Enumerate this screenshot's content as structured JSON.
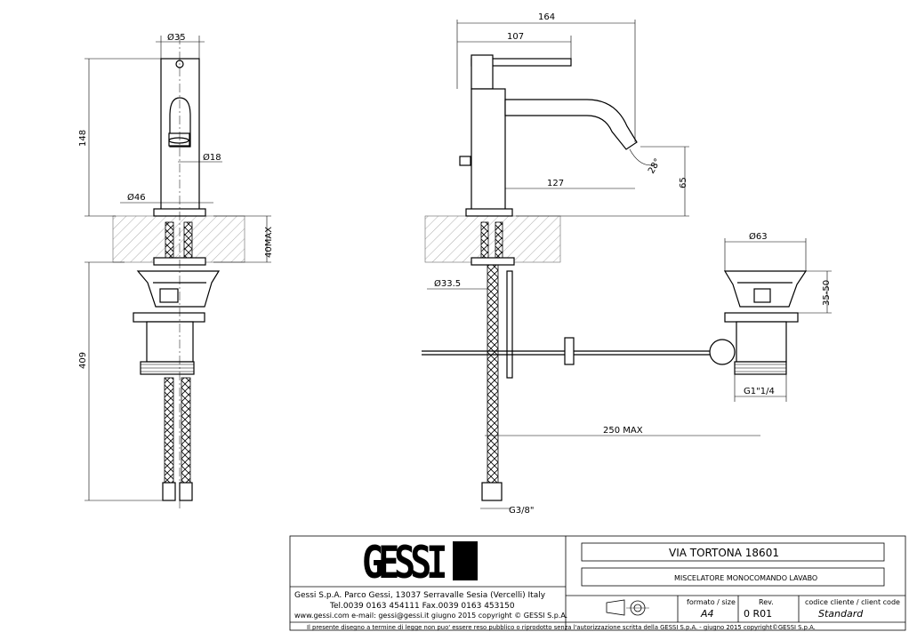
{
  "dimensions": {
    "d35": "Ø35",
    "h148": "148",
    "d18": "Ø18",
    "d46": "Ø46",
    "max40": "40MAX",
    "h409": "409",
    "w164": "164",
    "w107": "107",
    "w127": "127",
    "h65": "65",
    "angle28": "28°",
    "d33_5": "Ø33.5",
    "d63": "Ø63",
    "r35_50": "35-50",
    "g1_14": "G1\"1/4",
    "max250": "250  MAX",
    "g3_8": "G3/8\""
  },
  "logo": {
    "text": "GESSI"
  },
  "company": {
    "address": "Gessi S.p.A. Parco Gessi, 13037 Serravalle Sesia (Vercelli) Italy",
    "phone": "Tel.0039  0163  454111  Fax.0039  0163  453150",
    "web": "www.gessi.com  e-mail: gessi@gessi.it   giugno  2015    copyright © GESSI  S.p.A."
  },
  "title_block": {
    "product": "VIA TORTONA  18601",
    "description": "MISCELATORE MONOCOMANDO LAVABO",
    "format_label": "formato / size",
    "format_value": "A4",
    "rev_label": "Rev.",
    "rev_value": "0  R01",
    "code_label": "codice cliente / client code",
    "code_value": "Standard"
  },
  "footer": {
    "notice": "Il  presente  disegno  a  termine  di  legge  non  puo'  essere  reso  pubblico  o  riprodotto  senza  l'autorizzazione  scritta  della  GESSI  S.p.A.  -  giugno  2015    copyright©GESSI  S.p.A."
  }
}
